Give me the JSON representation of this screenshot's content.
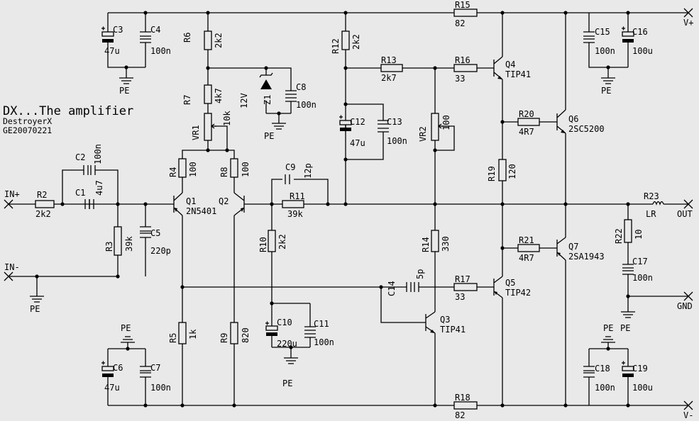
{
  "title": {
    "line1": "DX...The amplifier",
    "line2": "DestroyerX",
    "line3": "GE20070221"
  },
  "terminals": {
    "in_plus": "IN+",
    "in_minus": "IN-",
    "v_plus": "V+",
    "v_minus": "V-",
    "out": "OUT",
    "gnd": "GND"
  },
  "ground_label": "PE",
  "labels": {
    "C1": "C1",
    "C1v": "4u7",
    "C2": "C2",
    "C2v": "100n",
    "C3": "C3",
    "C3v": "47u",
    "C4": "C4",
    "C4v": "100n",
    "C5": "C5",
    "C5v": "220p",
    "C6": "C6",
    "C6v": "47u",
    "C7": "C7",
    "C7v": "100n",
    "C8": "C8",
    "C8v": "100n",
    "C9": "C9",
    "C9v": "12p",
    "C10": "C10",
    "C10v": "220u",
    "C11": "C11",
    "C11v": "100n",
    "C12": "C12",
    "C12v": "47u",
    "C13": "C13",
    "C13v": "100n",
    "C14": "C14",
    "C14v": "5p",
    "C15": "C15",
    "C15v": "100n",
    "C16": "C16",
    "C16v": "100u",
    "C17": "C17",
    "C17v": "100n",
    "C18": "C18",
    "C18v": "100n",
    "C19": "C19",
    "C19v": "100u",
    "R2": "R2",
    "R2v": "2k2",
    "R3": "R3",
    "R3v": "39k",
    "R4": "R4",
    "R4v": "100",
    "R5": "R5",
    "R5v": "1k",
    "R6": "R6",
    "R6v": "2k2",
    "R7": "R7",
    "R7v": "4k7",
    "R8": "R8",
    "R8v": "100",
    "R9": "R9",
    "R9v": "820",
    "R10": "R10",
    "R10v": "2k2",
    "R11": "R11",
    "R11v": "39k",
    "R12": "R12",
    "R12v": "2k2",
    "R13": "R13",
    "R13v": "2k7",
    "R14": "R14",
    "R14v": "330",
    "R15": "R15",
    "R15v": "82",
    "R16": "R16",
    "R16v": "33",
    "R17": "R17",
    "R17v": "33",
    "R18": "R18",
    "R18v": "82",
    "R19": "R19",
    "R19v": "120",
    "R20": "R20",
    "R20v": "4R7",
    "R21": "R21",
    "R21v": "4R7",
    "R22": "R22",
    "R22v": "10",
    "R23": "R23",
    "R23v": "LR",
    "VR1": "VR1",
    "VR1v": "10k",
    "VR2": "VR2",
    "VR2v": "100",
    "Z1": "Z1",
    "Z1v": "12V",
    "Q1": "Q1",
    "Q1v": "2N5401",
    "Q2": "Q2",
    "Q3": "Q3",
    "Q3v": "TIP41",
    "Q4": "Q4",
    "Q4v": "TIP41",
    "Q5": "Q5",
    "Q5v": "TIP42",
    "Q6": "Q6",
    "Q6v": "2SC5200",
    "Q7": "Q7",
    "Q7v": "2SA1943"
  }
}
